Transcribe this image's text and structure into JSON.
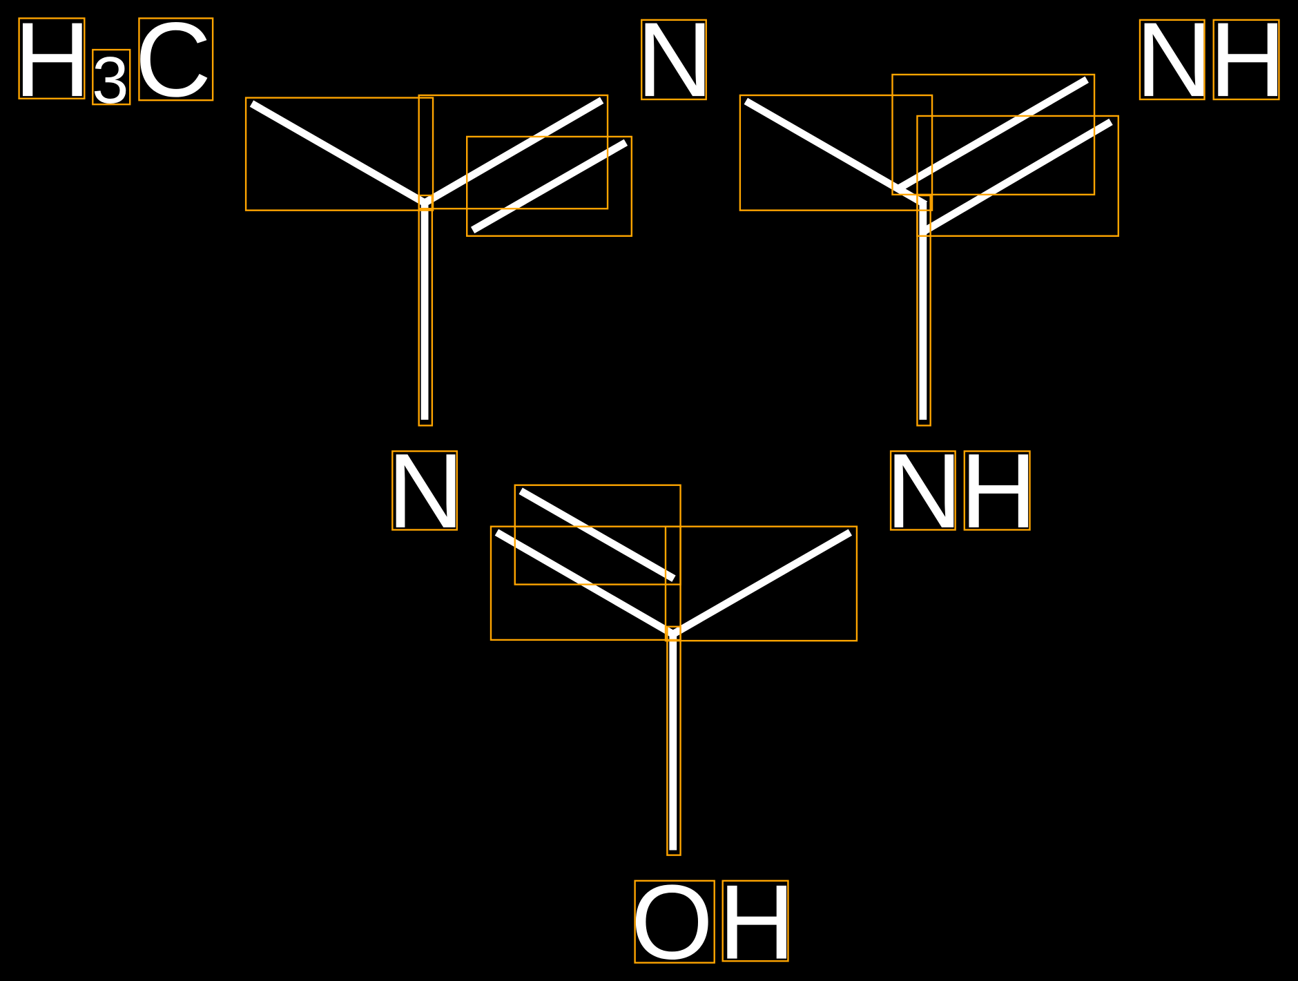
{
  "diagram": {
    "title": "",
    "colors": {
      "background": "#000000",
      "bond": "#FFFFFF",
      "annotation_box": "#FFA500"
    },
    "atoms": {
      "methyl_h": "H",
      "methyl_sub": "3",
      "methyl_c": "C",
      "nitrile_top_n": "N",
      "imine_top_n": "N",
      "imine_top_h": "H",
      "nitrile_mid_n": "N",
      "amine_mid_n": "N",
      "amine_mid_h": "H",
      "hydroxyl_o": "O",
      "hydroxyl_h": "H"
    }
  }
}
